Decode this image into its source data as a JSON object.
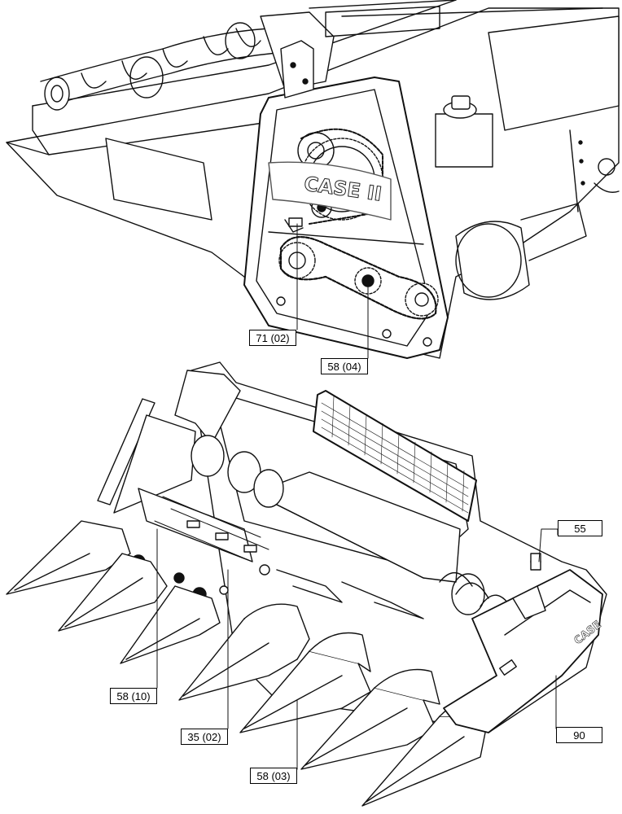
{
  "callouts": {
    "c71_02": "71 (02)",
    "c58_04": "58 (04)",
    "c55": "55",
    "c58_10": "58 (10)",
    "c35_02": "35 (02)",
    "c58_03": "58 (03)",
    "c90": "90"
  },
  "logos": {
    "gearbox_logo": "CASE II",
    "header_logo": "CASE"
  },
  "colors": {
    "line": "#111111",
    "fill": "#ffffff",
    "shade": "#e6e6e6"
  }
}
